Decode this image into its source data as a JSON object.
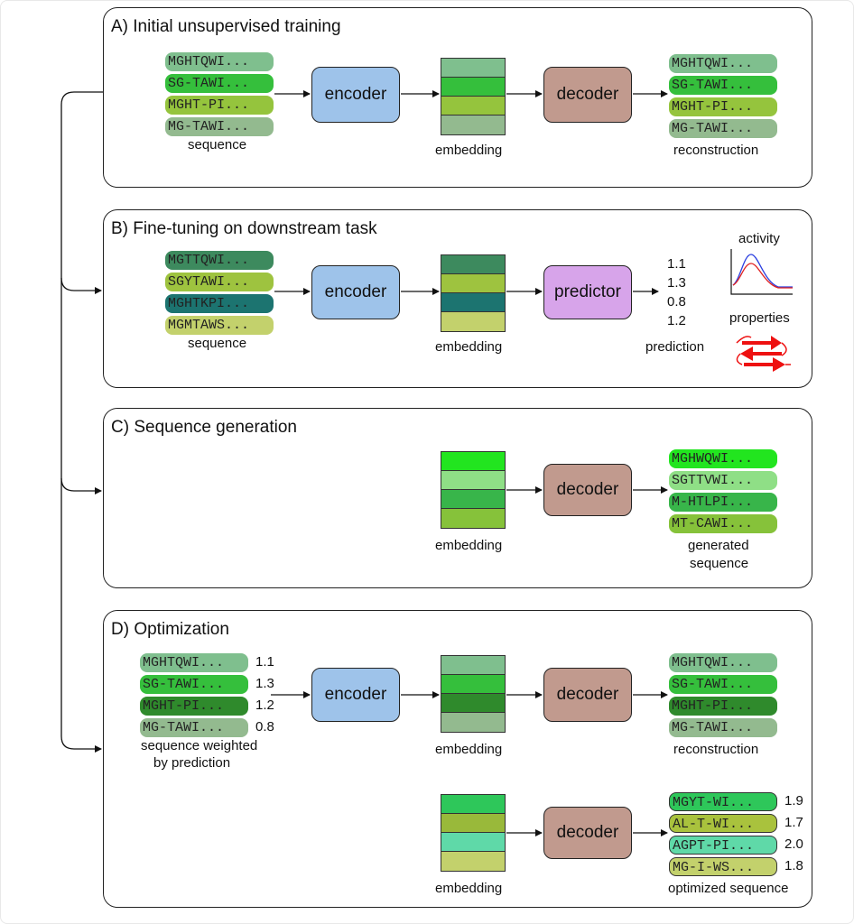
{
  "colors": {
    "encoder": "#9ec3ea",
    "decoder": "#c19a8e",
    "predictor": "#d7a4ea",
    "activity_blue": "#2b3fe0",
    "activity_red": "#e02020",
    "structure_red": "#ee1111"
  },
  "panelA": {
    "title": "A) Initial unsupervised training",
    "sequences": [
      {
        "text": "MGHTQWI...",
        "color": "#7fbf8e"
      },
      {
        "text": "SG-TAWI...",
        "color": "#35bf3c"
      },
      {
        "text": "MGHT-PI...",
        "color": "#95c43d"
      },
      {
        "text": "MG-TAWI...",
        "color": "#93ba8f"
      }
    ],
    "sequence_label": "sequence",
    "encoder": "encoder",
    "embedding_colors": [
      "#7fbf8e",
      "#35bf3c",
      "#95c43d",
      "#93ba8f"
    ],
    "embedding_label": "embedding",
    "decoder": "decoder",
    "reconstruction": [
      {
        "text": "MGHTQWI...",
        "color": "#7fbf8e"
      },
      {
        "text": "SG-TAWI...",
        "color": "#35bf3c"
      },
      {
        "text": "MGHT-PI...",
        "color": "#95c43d"
      },
      {
        "text": "MG-TAWI...",
        "color": "#93ba8f"
      }
    ],
    "reconstruction_label": "reconstruction"
  },
  "panelB": {
    "title": "B) Fine-tuning on downstream task",
    "sequences": [
      {
        "text": "MGTTQWI...",
        "color": "#3d8a5e"
      },
      {
        "text": "SGYTAWI...",
        "color": "#9ec33f"
      },
      {
        "text": "MGHTKPI...",
        "color": "#1c7470"
      },
      {
        "text": "MGMTAWS...",
        "color": "#c3d16c"
      }
    ],
    "sequence_label": "sequence",
    "encoder": "encoder",
    "embedding_colors": [
      "#3d8a5e",
      "#9ec33f",
      "#1c7470",
      "#c3d16c"
    ],
    "embedding_label": "embedding",
    "predictor": "predictor",
    "predictions": [
      "1.1",
      "1.3",
      "0.8",
      "1.2"
    ],
    "prediction_label": "prediction",
    "activity_label": "activity",
    "properties_label": "properties"
  },
  "panelC": {
    "title": "C) Sequence generation",
    "embedding_colors": [
      "#22e51f",
      "#8fdf86",
      "#38b54a",
      "#86c23a"
    ],
    "embedding_label": "embedding",
    "decoder": "decoder",
    "generated": [
      {
        "text": "MGHWQWI...",
        "color": "#22e51f"
      },
      {
        "text": "SGTTVWI...",
        "color": "#8fdf86"
      },
      {
        "text": "M-HTLPI...",
        "color": "#38b54a"
      },
      {
        "text": "MT-CAWI...",
        "color": "#86c23a"
      }
    ],
    "generated_label_1": "generated",
    "generated_label_2": "sequence"
  },
  "panelD": {
    "title": "D) Optimization",
    "sequences": [
      {
        "text": "MGHTQWI...",
        "color": "#7fbf8e",
        "weight": "1.1"
      },
      {
        "text": "SG-TAWI...",
        "color": "#35bf3c",
        "weight": "1.3"
      },
      {
        "text": "MGHT-PI...",
        "color": "#2f8a2c",
        "weight": "1.2"
      },
      {
        "text": "MG-TAWI...",
        "color": "#93ba8f",
        "weight": "0.8"
      }
    ],
    "weighted_label_1": "sequence weighted",
    "weighted_label_2": "by prediction",
    "encoder": "encoder",
    "embedding_colors": [
      "#7fbf8e",
      "#35bf3c",
      "#2f8a2c",
      "#93ba8f"
    ],
    "embedding_label": "embedding",
    "decoder": "decoder",
    "reconstruction": [
      {
        "text": "MGHTQWI...",
        "color": "#7fbf8e"
      },
      {
        "text": "SG-TAWI...",
        "color": "#35bf3c"
      },
      {
        "text": "MGHT-PI...",
        "color": "#2f8a2c"
      },
      {
        "text": "MG-TAWI...",
        "color": "#93ba8f"
      }
    ],
    "reconstruction_label": "reconstruction",
    "opt_embedding_colors": [
      "#2ec75a",
      "#99b93a",
      "#5fd9a8",
      "#c3d16c"
    ],
    "opt_embedding_label": "embedding",
    "opt_decoder": "decoder",
    "optimized": [
      {
        "text": "MGYT-WI...",
        "color": "#2ec75a",
        "score": "1.9"
      },
      {
        "text": "AL-T-WI...",
        "color": "#a9c23d",
        "score": "1.7"
      },
      {
        "text": "AGPT-PI...",
        "color": "#5fd9a8",
        "score": "2.0"
      },
      {
        "text": "MG-I-WS...",
        "color": "#c3d16c",
        "score": "1.8"
      }
    ],
    "optimized_label": "optimized sequence"
  }
}
